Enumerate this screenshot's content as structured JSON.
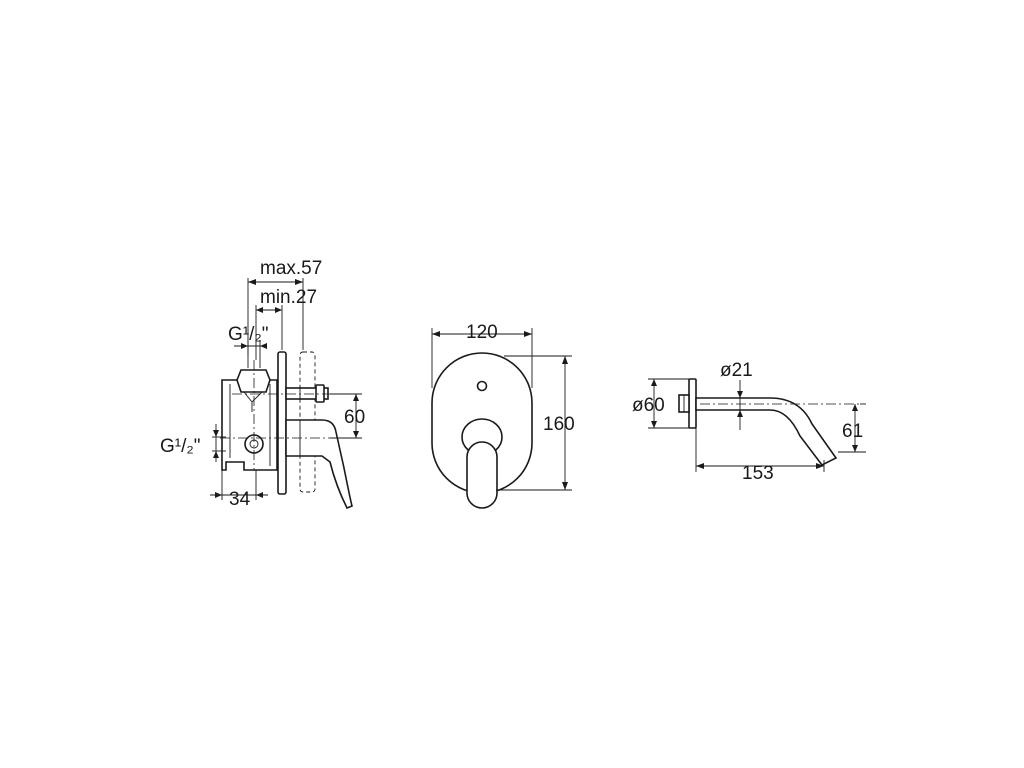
{
  "side_view": {
    "max_label": "max.57",
    "min_label": "min.27",
    "thread_top": "G¹/₂\"",
    "thread_side": "G¹/₂\"",
    "height_label": "60",
    "depth_label": "34"
  },
  "front_view": {
    "width_label": "120",
    "height_label": "160"
  },
  "spout_view": {
    "pipe_diameter_label": "ø21",
    "flange_diameter_label": "ø60",
    "projection_label": "153",
    "drop_label": "61"
  }
}
